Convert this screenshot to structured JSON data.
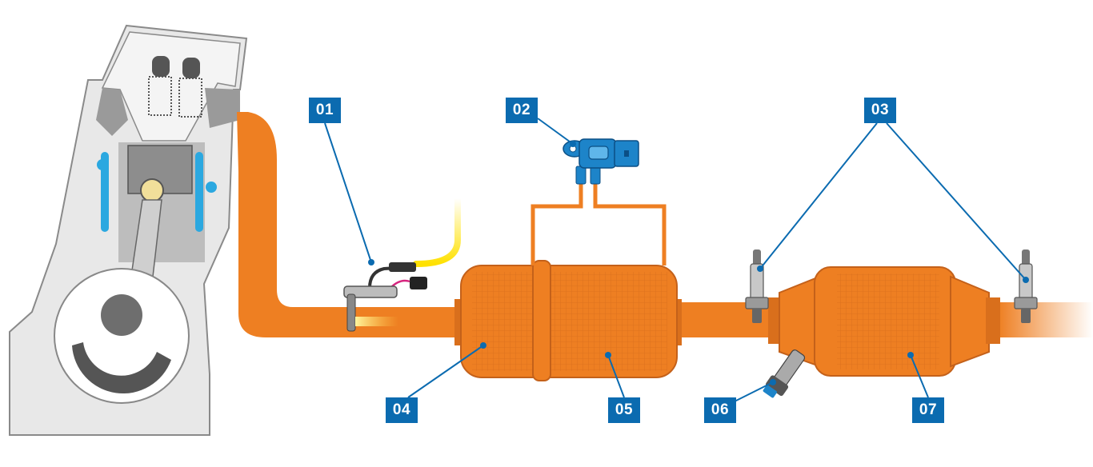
{
  "colors": {
    "pipe": "#ee7f22",
    "pipe_dark": "#c4611a",
    "label_bg": "#0b6bb0",
    "leader": "#0b6bb0",
    "sensor_blue": "#1d84c9",
    "engine_outline": "#7a7a7a",
    "engine_fill": "#e6e6e6",
    "coolant": "#2ba8e0",
    "heat_glow": "#ffe100"
  },
  "icons": {
    "engine": "engine-cross-section-icon",
    "temperature_sensor": "thermometer-sensor-icon",
    "pressure_sensor": "differential-pressure-sensor-icon",
    "lambda_probe": "lambda-probe-icon",
    "injector": "dosing-injector-icon"
  },
  "labels": {
    "l01": "01",
    "l02": "02",
    "l03": "03",
    "l04": "04",
    "l05": "05",
    "l06": "06",
    "l07": "07"
  }
}
